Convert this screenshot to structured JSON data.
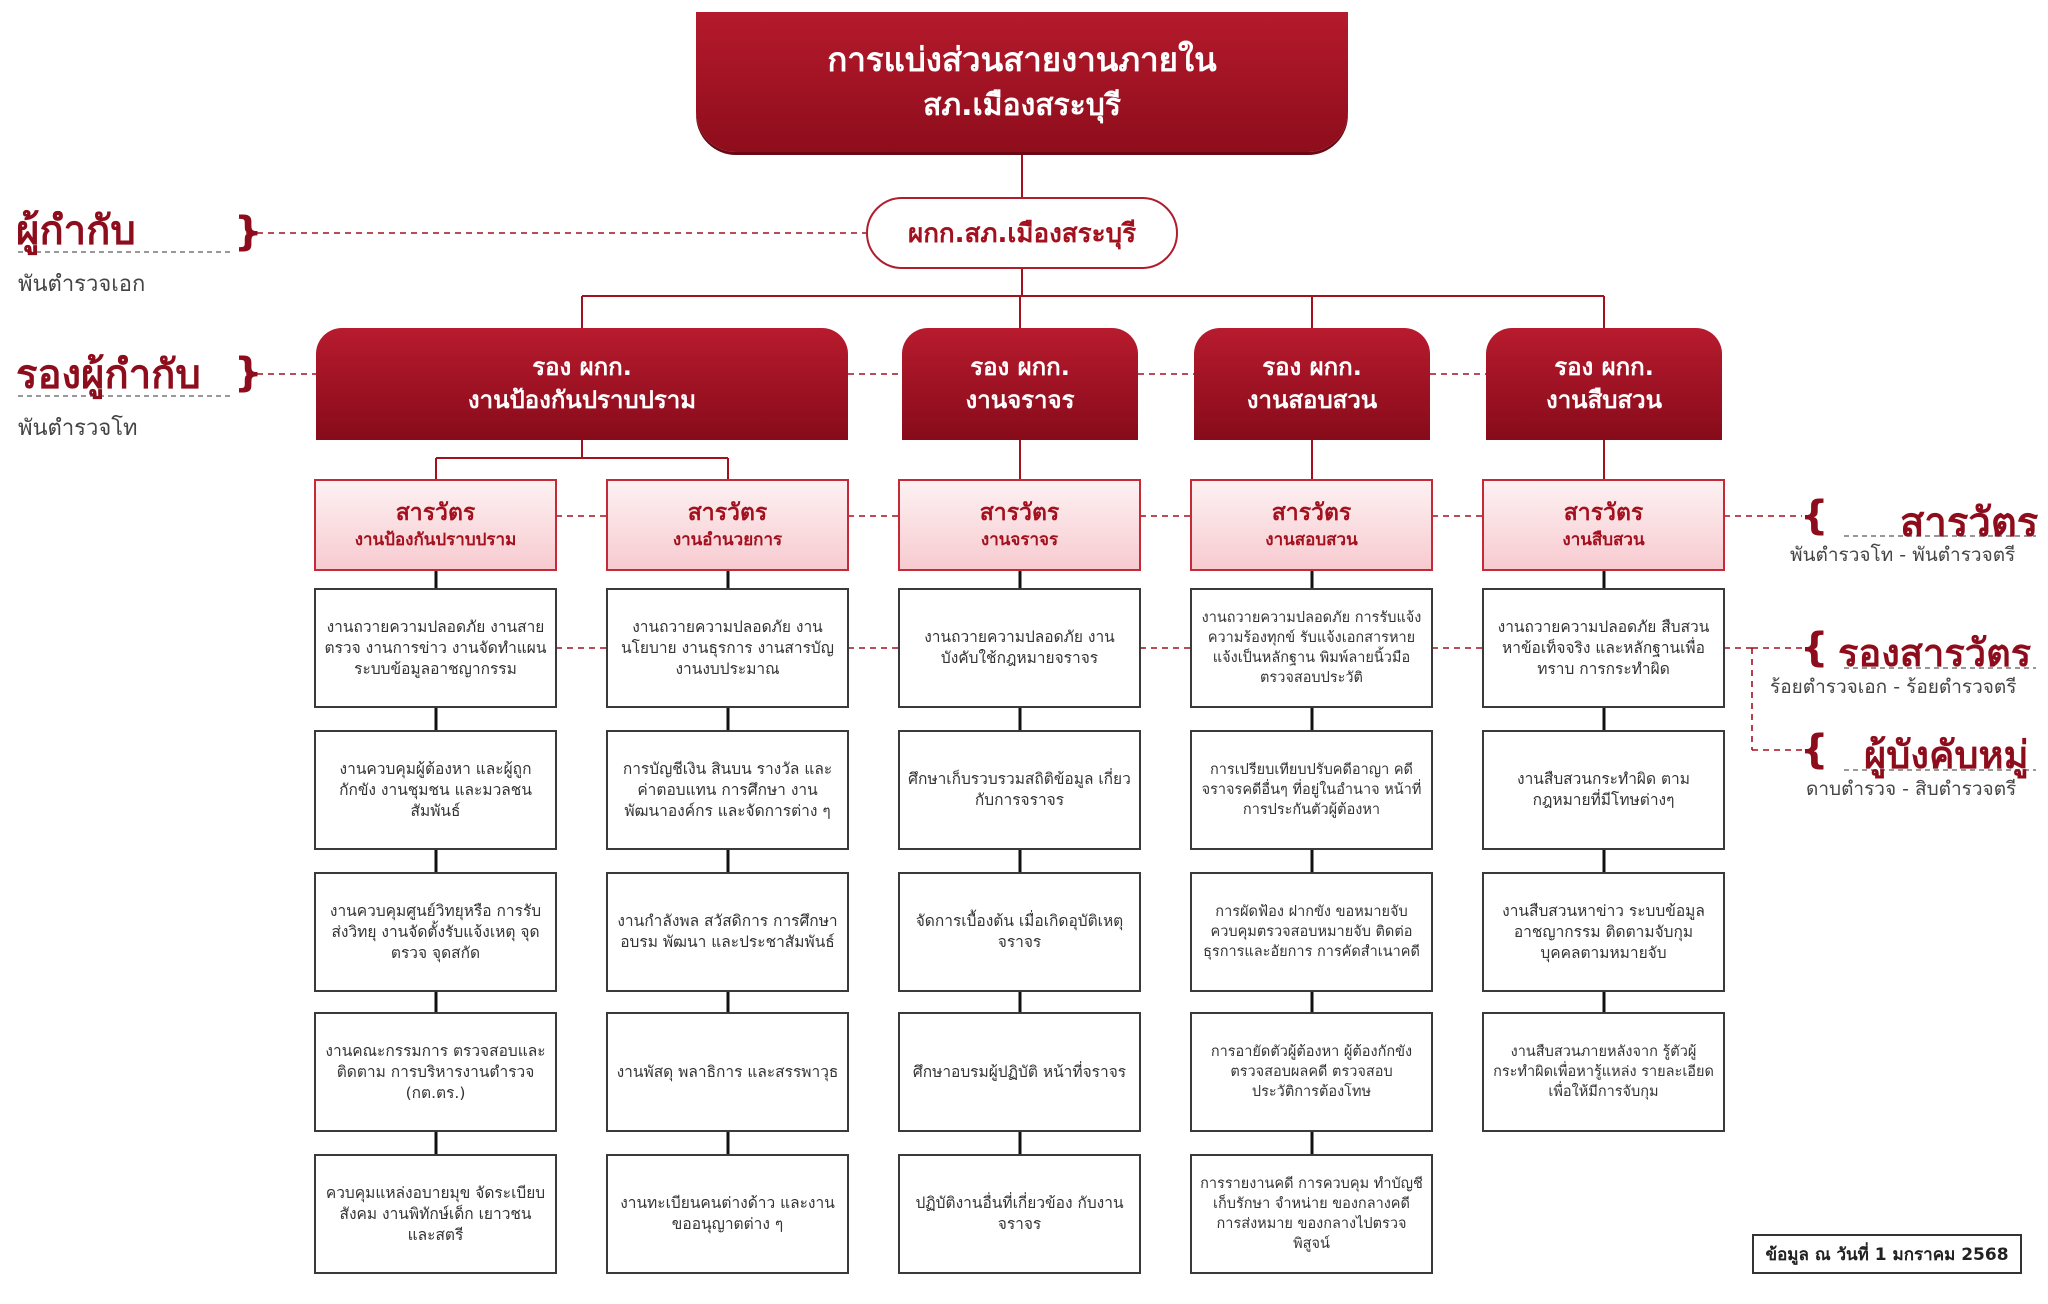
{
  "header": {
    "title_line1": "การแบ่งส่วนสายงานภายใน",
    "title_line2": "สภ.เมืองสระบุรี"
  },
  "chief": {
    "label": "ผกก.สภ.เมืองสระบุรี"
  },
  "legend": {
    "commander": {
      "title": "ผู้กำกับ",
      "rank": "พันตำรวจเอก"
    },
    "deputy_commander": {
      "title": "รองผู้กำกับ",
      "rank": "พันตำรวจโท"
    },
    "inspector": {
      "title": "สารวัตร",
      "rank": "พันตำรวจโท - พันตำรวจตรี"
    },
    "deputy_inspector": {
      "title": "รองสารวัตร",
      "rank": "ร้อยตำรวจเอก - ร้อยตำรวจตรี"
    },
    "squad_leader": {
      "title": "ผู้บังคับหมู่",
      "rank": "ดาบตำรวจ - สิบตำรวจตรี"
    }
  },
  "deputies": [
    {
      "line1": "รอง ผกก.",
      "line2": "งานป้องกันปราบปราม"
    },
    {
      "line1": "รอง ผกก.",
      "line2": "งานจราจร"
    },
    {
      "line1": "รอง ผกก.",
      "line2": "งานสอบสวน"
    },
    {
      "line1": "รอง ผกก.",
      "line2": "งานสืบสวน"
    }
  ],
  "columns": [
    {
      "inspector": {
        "title": "สารวัตร",
        "unit": "งานป้องกันปราบปราม"
      },
      "tasks": [
        "งานถวายความปลอดภัย งานสายตรวจ งานการข่าว งานจัดทำแผน ระบบข้อมูลอาชญากรรม",
        "งานควบคุมผู้ต้องหา และผู้ถูกกักขัง งานชุมชน และมวลชนสัมพันธ์",
        "งานควบคุมศูนย์วิทยุหรือ การรับส่งวิทยุ งานจัดตั้งรับแจ้งเหตุ จุดตรวจ จุดสกัด",
        "งานคณะกรรมการ ตรวจสอบและติดตาม การบริหารงานตำรวจ (กต.ตร.)",
        "ควบคุมแหล่งอบายมุข จัดระเบียบสังคม งานพิทักษ์เด็ก เยาวชน และสตรี"
      ]
    },
    {
      "inspector": {
        "title": "สารวัตร",
        "unit": "งานอำนวยการ"
      },
      "tasks": [
        "งานถวายความปลอดภัย งานนโยบาย งานธุรการ งานสารบัญ งานงบประมาณ",
        "การบัญชีเงิน สินบน รางวัล และค่าตอบแทน การศึกษา งานพัฒนาองค์กร และจัดการต่าง ๆ",
        "งานกำลังพล สวัสดิการ การศึกษา อบรม พัฒนา และประชาสัมพันธ์",
        "งานพัสดุ พลาธิการ และสรรพาวุธ",
        "งานทะเบียนคนต่างด้าว และงานขออนุญาตต่าง ๆ"
      ]
    },
    {
      "inspector": {
        "title": "สารวัตร",
        "unit": "งานจราจร"
      },
      "tasks": [
        "งานถวายความปลอดภัย งานบังคับใช้กฎหมายจราจร",
        "ศึกษาเก็บรวบรวมสถิติข้อมูล เกี่ยวกับการจราจร",
        "จัดการเบื้องต้น เมื่อเกิดอุบัติเหตุจราจร",
        "ศึกษาอบรมผู้ปฏิบัติ หน้าที่จราจร",
        "ปฏิบัติงานอื่นที่เกี่ยวข้อง กับงานจราจร"
      ]
    },
    {
      "inspector": {
        "title": "สารวัตร",
        "unit": "งานสอบสวน"
      },
      "tasks": [
        "งานถวายความปลอดภัย การรับแจ้งความร้องทุกข์ รับแจ้งเอกสารหาย แจ้งเป็นหลักฐาน พิมพ์ลายนิ้วมือตรวจสอบประวัติ",
        "การเปรียบเทียบปรับคดีอาญา คดีจราจรคดีอื่นๆ ที่อยู่ในอำนาจ หน้าที่การประกันตัวผู้ต้องหา",
        "การผัดฟ้อง ฝากขัง ขอหมายจับ ควบคุมตรวจสอบหมายจับ ติดต่อธุรการและอัยการ การคัดสำเนาคดี",
        "การอายัดตัวผู้ต้องหา ผู้ต้องกักขังตรวจสอบผลคดี ตรวจสอบประวัติการต้องโทษ",
        "การรายงานคดี การควบคุม ทำบัญชี เก็บรักษา จำหน่าย ของกลางคดี การส่งหมาย ของกลางไปตรวจพิสูจน์"
      ]
    },
    {
      "inspector": {
        "title": "สารวัตร",
        "unit": "งานสืบสวน"
      },
      "tasks": [
        "งานถวายความปลอดภัย สืบสวนหาข้อเท็จจริง และหลักฐานเพื่อทราบ การกระทำผิด",
        "งานสืบสวนกระทำผิด ตามกฎหมายที่มีโทษต่างๆ",
        "งานสืบสวนหาข่าว ระบบข้อมูล อาชญากรรม ติดตามจับกุม บุคคลตามหมายจับ",
        "งานสืบสวนภายหลังจาก รู้ตัวผู้กระทำผิดเพื่อหารู้แหล่ง รายละเอียดเพื่อให้มีการจับกุม"
      ]
    }
  ],
  "footer": {
    "date_note": "ข้อมูล ณ วันที่ 1 มกราคม 2568"
  },
  "colors": {
    "primary": "#8e0d1c",
    "accent": "#b51a2c",
    "inspector_bg": "#f7cbd0",
    "border": "#3a3a3a"
  }
}
